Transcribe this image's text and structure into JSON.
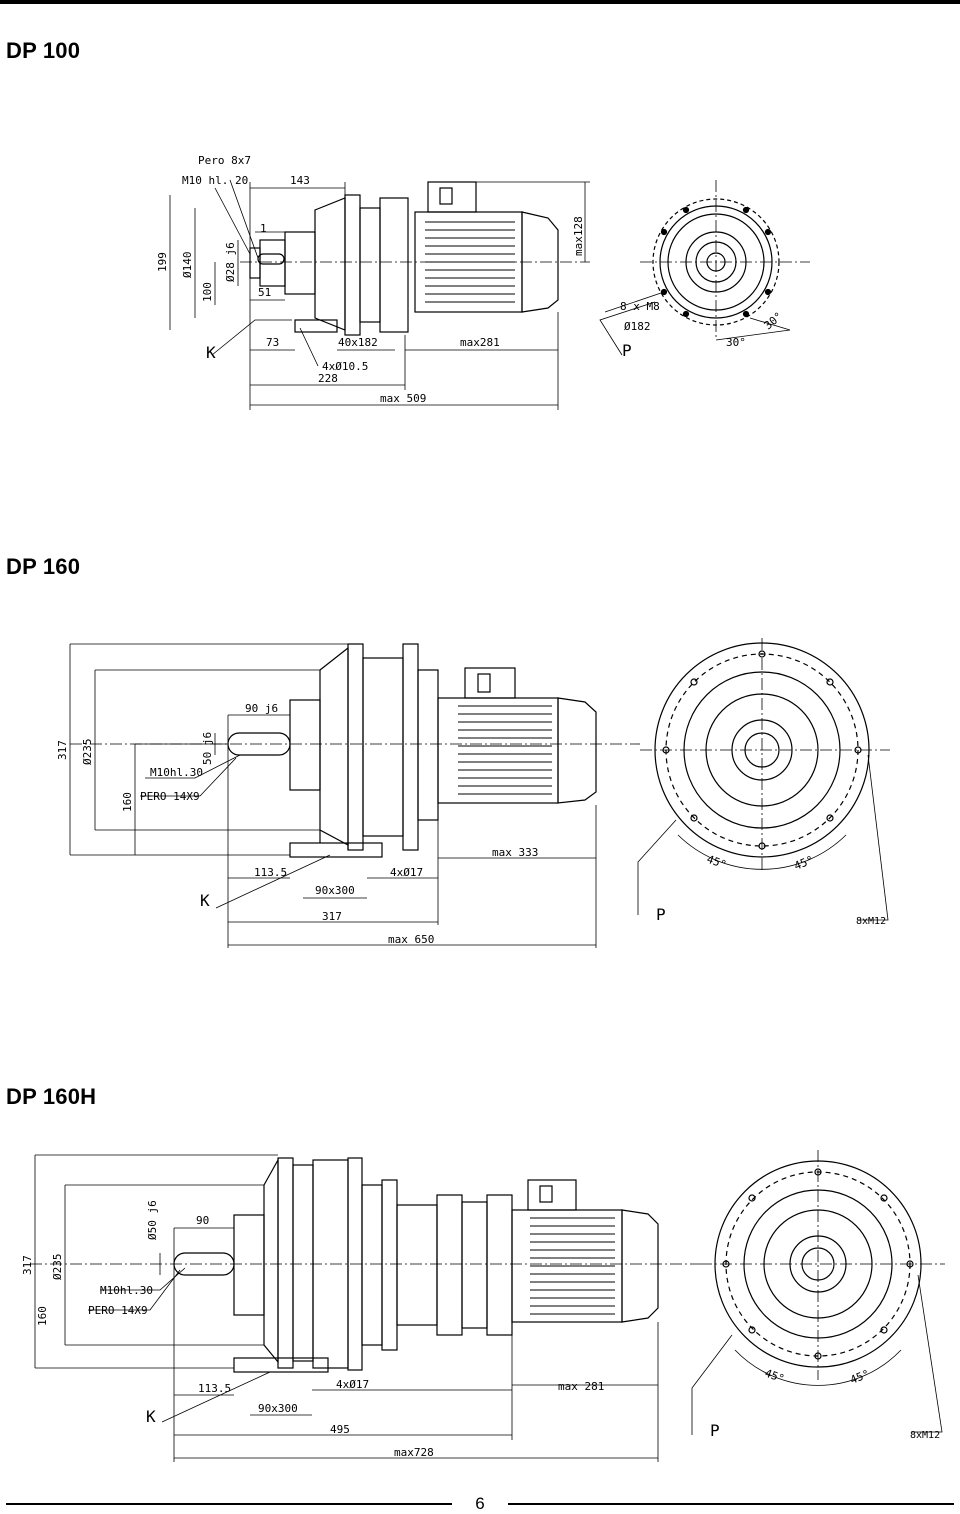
{
  "sections": [
    {
      "title": "DP 100",
      "labels": {
        "pero": "Pero 8x7",
        "m10": "M10 hl. 20",
        "d143": "143",
        "d1": "1",
        "d51": "51",
        "d199": "199",
        "d140": "Ø140",
        "d100": "100",
        "d28": "Ø28 j6",
        "dmax128": "max128",
        "k": "K",
        "d73": "73",
        "d40x182": "40x182",
        "d4x10": "4xØ10.5",
        "dmax281": "max281",
        "d228": "228",
        "dmax509": "max 509",
        "d8xm8": "8 x M8",
        "d182": "Ø182",
        "p": "P",
        "a30a": "30°",
        "a30b": "30°"
      }
    },
    {
      "title": "DP 160",
      "labels": {
        "d317": "317",
        "d235": "Ø235",
        "d160": "160",
        "d50": "50 j6",
        "d90": "90 j6",
        "m10": "M10hl.30",
        "pero": "PERO 14X9",
        "k": "K",
        "d113": "113.5",
        "d90x300": "90x300",
        "d4x17": "4xØ17",
        "dmax333": "max 333",
        "d317b": "317",
        "dmax650": "max 650",
        "p": "P",
        "d8xm12": "8xM12",
        "a45a": "45°",
        "a45b": "45°"
      }
    },
    {
      "title": "DP 160H",
      "labels": {
        "d317": "317",
        "d235": "Ø235",
        "d160": "160",
        "d50": "Ø50 j6",
        "d90": "90",
        "m10": "M10hl.30",
        "pero": "PERO 14X9",
        "k": "K",
        "d113": "113.5",
        "d90x300": "90x300",
        "d4x17": "4xØ17",
        "dmax281": "max 281",
        "d495": "495",
        "dmax728": "max728",
        "p": "P",
        "d8xm12": "8xM12",
        "a45a": "45°",
        "a45b": "45°"
      }
    }
  ],
  "footer": {
    "page_number": "6"
  }
}
